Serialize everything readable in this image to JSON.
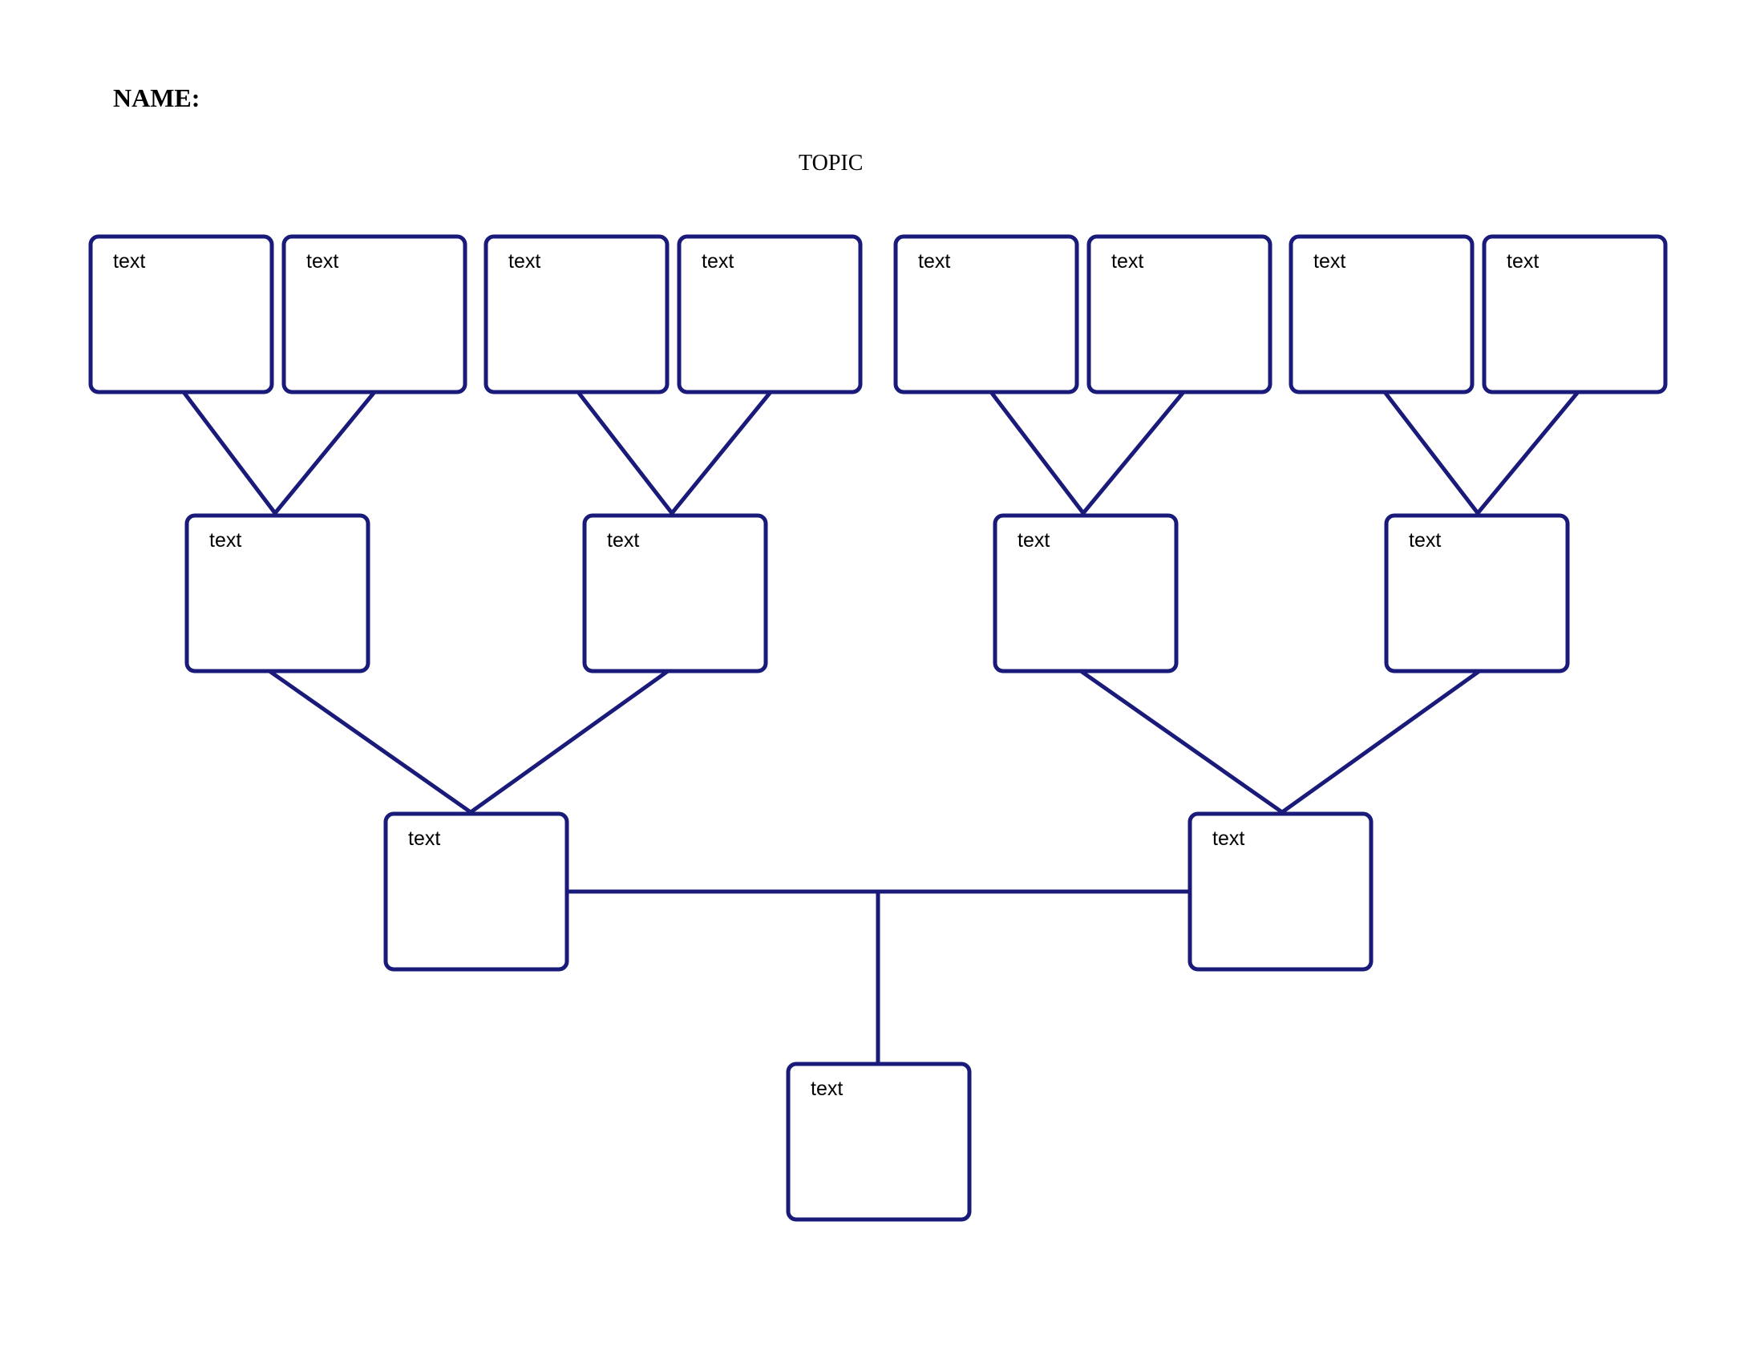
{
  "header": {
    "name_label": "NAME:",
    "topic_label": "TOPIC"
  },
  "diagram": {
    "stroke_color": "#1a1a7a",
    "nodes": [
      {
        "id": "leaf-1",
        "label": "text"
      },
      {
        "id": "leaf-2",
        "label": "text"
      },
      {
        "id": "leaf-3",
        "label": "text"
      },
      {
        "id": "leaf-4",
        "label": "text"
      },
      {
        "id": "leaf-5",
        "label": "text"
      },
      {
        "id": "leaf-6",
        "label": "text"
      },
      {
        "id": "leaf-7",
        "label": "text"
      },
      {
        "id": "leaf-8",
        "label": "text"
      },
      {
        "id": "mid-1",
        "label": "text"
      },
      {
        "id": "mid-2",
        "label": "text"
      },
      {
        "id": "mid-3",
        "label": "text"
      },
      {
        "id": "mid-4",
        "label": "text"
      },
      {
        "id": "branch-left",
        "label": "text"
      },
      {
        "id": "branch-right",
        "label": "text"
      },
      {
        "id": "root",
        "label": "text"
      }
    ]
  }
}
